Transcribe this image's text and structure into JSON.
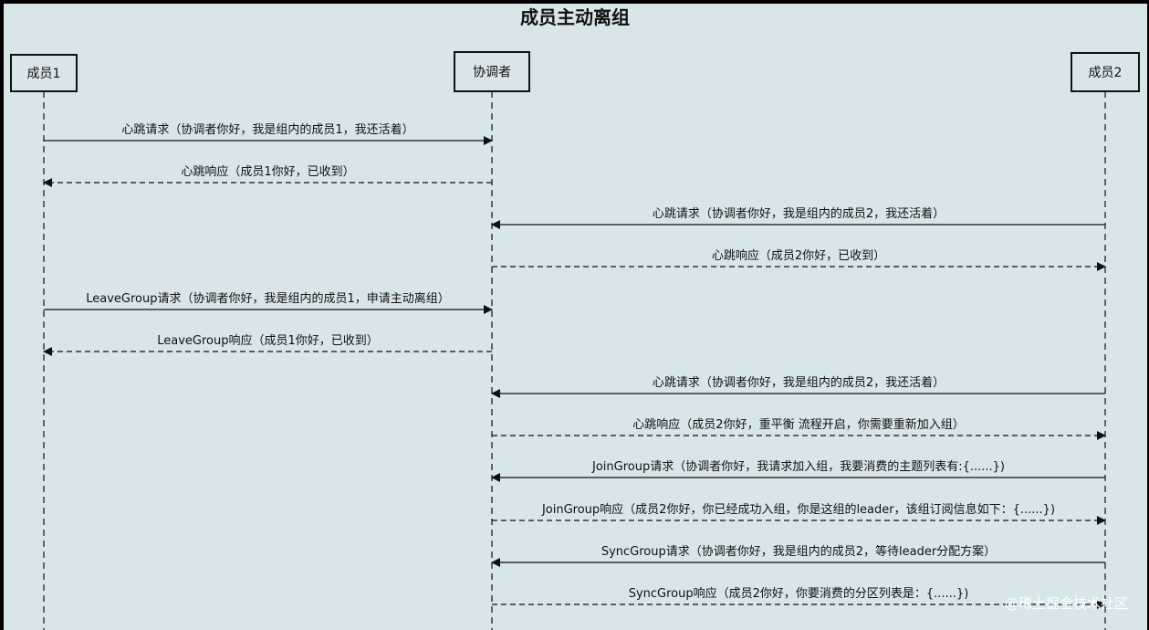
{
  "diagram": {
    "title": "成员主动离组",
    "participants": [
      {
        "id": "m1",
        "label": "成员1"
      },
      {
        "id": "co",
        "label": "协调者"
      },
      {
        "id": "m2",
        "label": "成员2"
      }
    ],
    "messages": [
      {
        "from": "m1",
        "to": "co",
        "style": "solid",
        "label": "心跳请求（协调者你好，我是组内的成员1，我还活着）"
      },
      {
        "from": "co",
        "to": "m1",
        "style": "dashed",
        "label": "心跳响应（成员1你好，已收到）"
      },
      {
        "from": "m2",
        "to": "co",
        "style": "solid",
        "label": "心跳请求（协调者你好，我是组内的成员2，我还活着）"
      },
      {
        "from": "co",
        "to": "m2",
        "style": "dashed",
        "label": "心跳响应（成员2你好，已收到）"
      },
      {
        "from": "m1",
        "to": "co",
        "style": "solid",
        "label": "LeaveGroup请求（协调者你好，我是组内的成员1，申请主动离组）"
      },
      {
        "from": "co",
        "to": "m1",
        "style": "dashed",
        "label": "LeaveGroup响应（成员1你好，已收到）"
      },
      {
        "from": "m2",
        "to": "co",
        "style": "solid",
        "label": "心跳请求（协调者你好，我是组内的成员2，我还活着）"
      },
      {
        "from": "co",
        "to": "m2",
        "style": "dashed",
        "label": "心跳响应（成员2你好，重平衡 流程开启，你需要重新加入组）"
      },
      {
        "from": "m2",
        "to": "co",
        "style": "solid",
        "label": "JoinGroup请求（协调者你好，我请求加入组，我要消费的主题列表有:{......})"
      },
      {
        "from": "co",
        "to": "m2",
        "style": "dashed",
        "label": "JoinGroup响应（成员2你好，你已经成功入组，你是这组的leader，该组订阅信息如下：{......})"
      },
      {
        "from": "m2",
        "to": "co",
        "style": "solid",
        "label": "SyncGroup请求（协调者你好，我是组内的成员2，等待leader分配方案）"
      },
      {
        "from": "co",
        "to": "m2",
        "style": "dashed",
        "label": "SyncGroup响应（成员2你好，你要消费的分区列表是：{......})"
      }
    ]
  },
  "watermark": "@稀土掘金技术社区",
  "colors": {
    "canvas": "#d8e6ea",
    "frame": "#000000",
    "ink": "#111111"
  }
}
